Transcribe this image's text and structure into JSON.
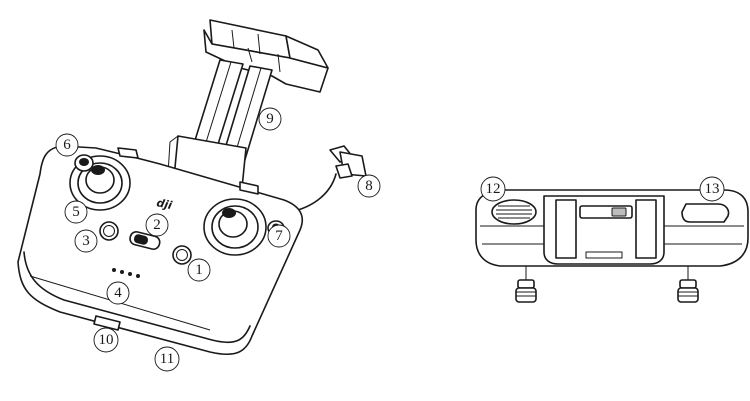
{
  "brand_logo": "dji",
  "callouts": [
    {
      "label": "1"
    },
    {
      "label": "2"
    },
    {
      "label": "3"
    },
    {
      "label": "4"
    },
    {
      "label": "5"
    },
    {
      "label": "6"
    },
    {
      "label": "7"
    },
    {
      "label": "8"
    },
    {
      "label": "9"
    },
    {
      "label": "10"
    },
    {
      "label": "11"
    },
    {
      "label": "12"
    },
    {
      "label": "13"
    }
  ],
  "colors": {
    "line": "#1a1a1a",
    "background": "#ffffff"
  }
}
